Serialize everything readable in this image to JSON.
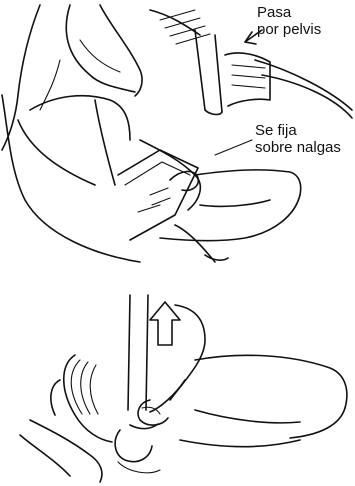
{
  "labels": {
    "pelvis": {
      "line1": "Pasa",
      "line2": "por pelvis"
    },
    "nalgas": {
      "line1": "Se fija",
      "line2": "sobre nalgas"
    }
  },
  "colors": {
    "ink": "#111111",
    "background": "#ffffff"
  }
}
